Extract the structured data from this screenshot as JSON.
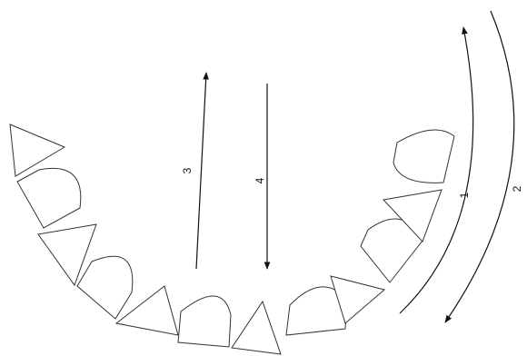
{
  "diagram": {
    "labels": {
      "arrow1": "1",
      "arrow2": "2",
      "arrow3": "3",
      "arrow4": "4"
    },
    "colors": {
      "stroke": "#333333",
      "background": "#ffffff"
    }
  }
}
